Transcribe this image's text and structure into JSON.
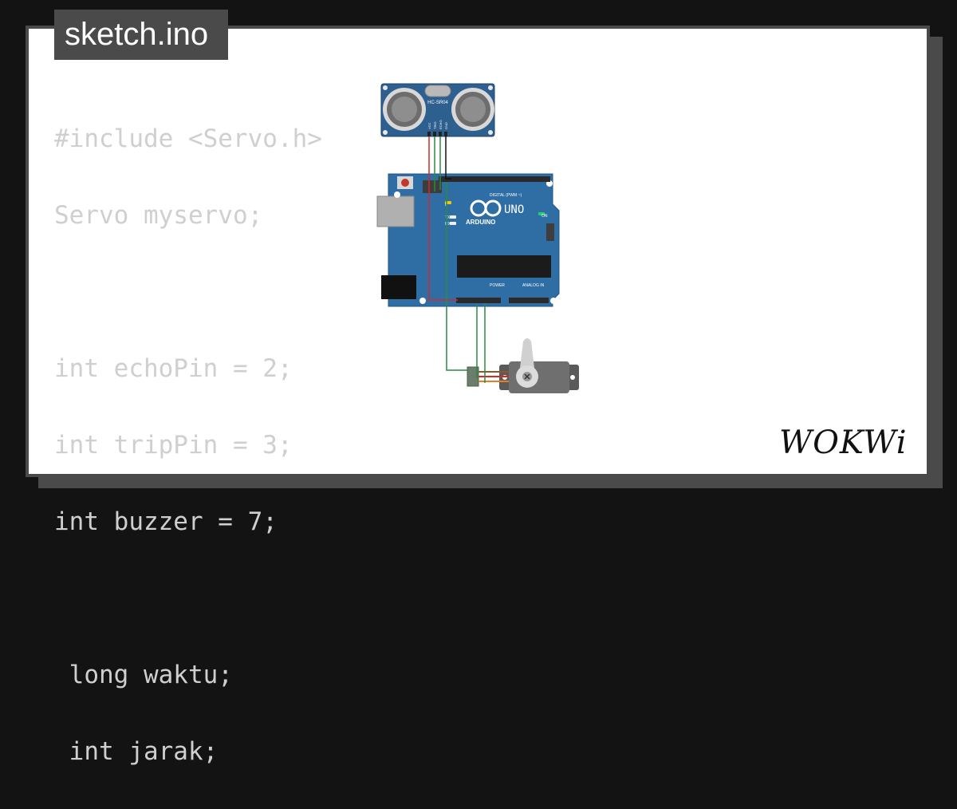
{
  "file_tab": {
    "title": "sketch.ino"
  },
  "code_lines": [
    "#include <Servo.h>",
    "Servo myservo;",
    "",
    "int echoPin = 2;",
    "int tripPin = 3;",
    "int buzzer = 7;",
    "",
    " long waktu;",
    " int jarak;"
  ],
  "circuit": {
    "ultrasonic_label": "HC-SR04",
    "ultrasonic_pins": [
      "VCC",
      "TRIG",
      "ECHO",
      "GND"
    ],
    "board_brand": "ARDUINO",
    "board_model": "UNO",
    "digital_header_label": "DIGITAL (PWM ~)",
    "power_header_label": "POWER",
    "analog_header_label": "ANALOG IN",
    "on_label": "ON",
    "tx_label": "TX",
    "rx_label": "RX",
    "l_label": "L"
  },
  "brand": {
    "logo_text": "WOKWi"
  },
  "colors": {
    "page_background": "#131313",
    "frame": "#4a4a4a",
    "card": "#ffffff",
    "code_text": "#cfcfcf",
    "board_blue": "#2f6ea5",
    "wire_red": "#d42a2a",
    "wire_green": "#2b8a3e",
    "wire_black": "#111111"
  }
}
